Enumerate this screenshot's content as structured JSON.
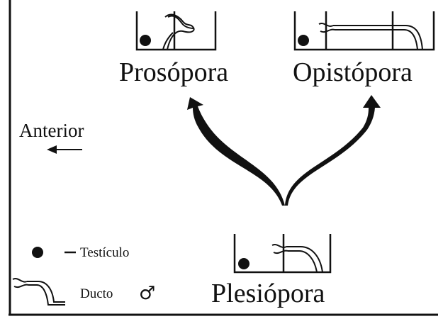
{
  "labels": {
    "prosopora": "Prosópora",
    "opistopora": "Opistópora",
    "plesiopora": "Plesiópora",
    "anterior": "Anterior"
  },
  "legend": {
    "testis": "Testículo",
    "duct": "Ducto",
    "male_symbol": "♂"
  },
  "colors": {
    "ink": "#111111",
    "background": "#ffffff"
  }
}
